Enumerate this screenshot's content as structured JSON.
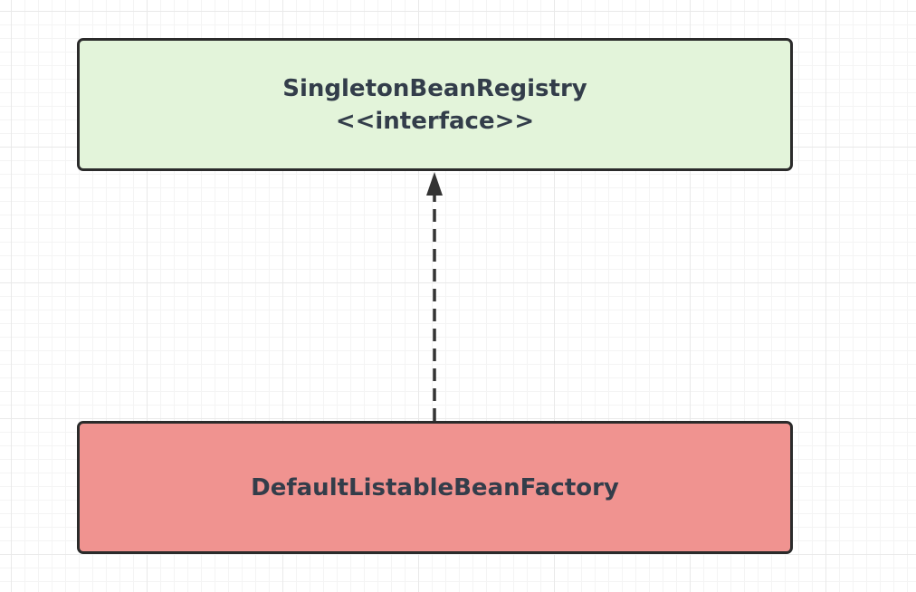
{
  "diagram": {
    "interface_box": {
      "title": "SingletonBeanRegistry",
      "stereotype": "<<interface>>",
      "fill_color": "#e3f4da"
    },
    "class_box": {
      "title": "DefaultListableBeanFactory",
      "fill_color": "#f09390"
    },
    "relationship": {
      "type": "realization",
      "from": "DefaultListableBeanFactory",
      "to": "SingletonBeanRegistry",
      "line_style": "dashed",
      "arrow_head": "filled-triangle"
    },
    "border_color": "#2b2b2b",
    "text_color": "#333d4a"
  }
}
